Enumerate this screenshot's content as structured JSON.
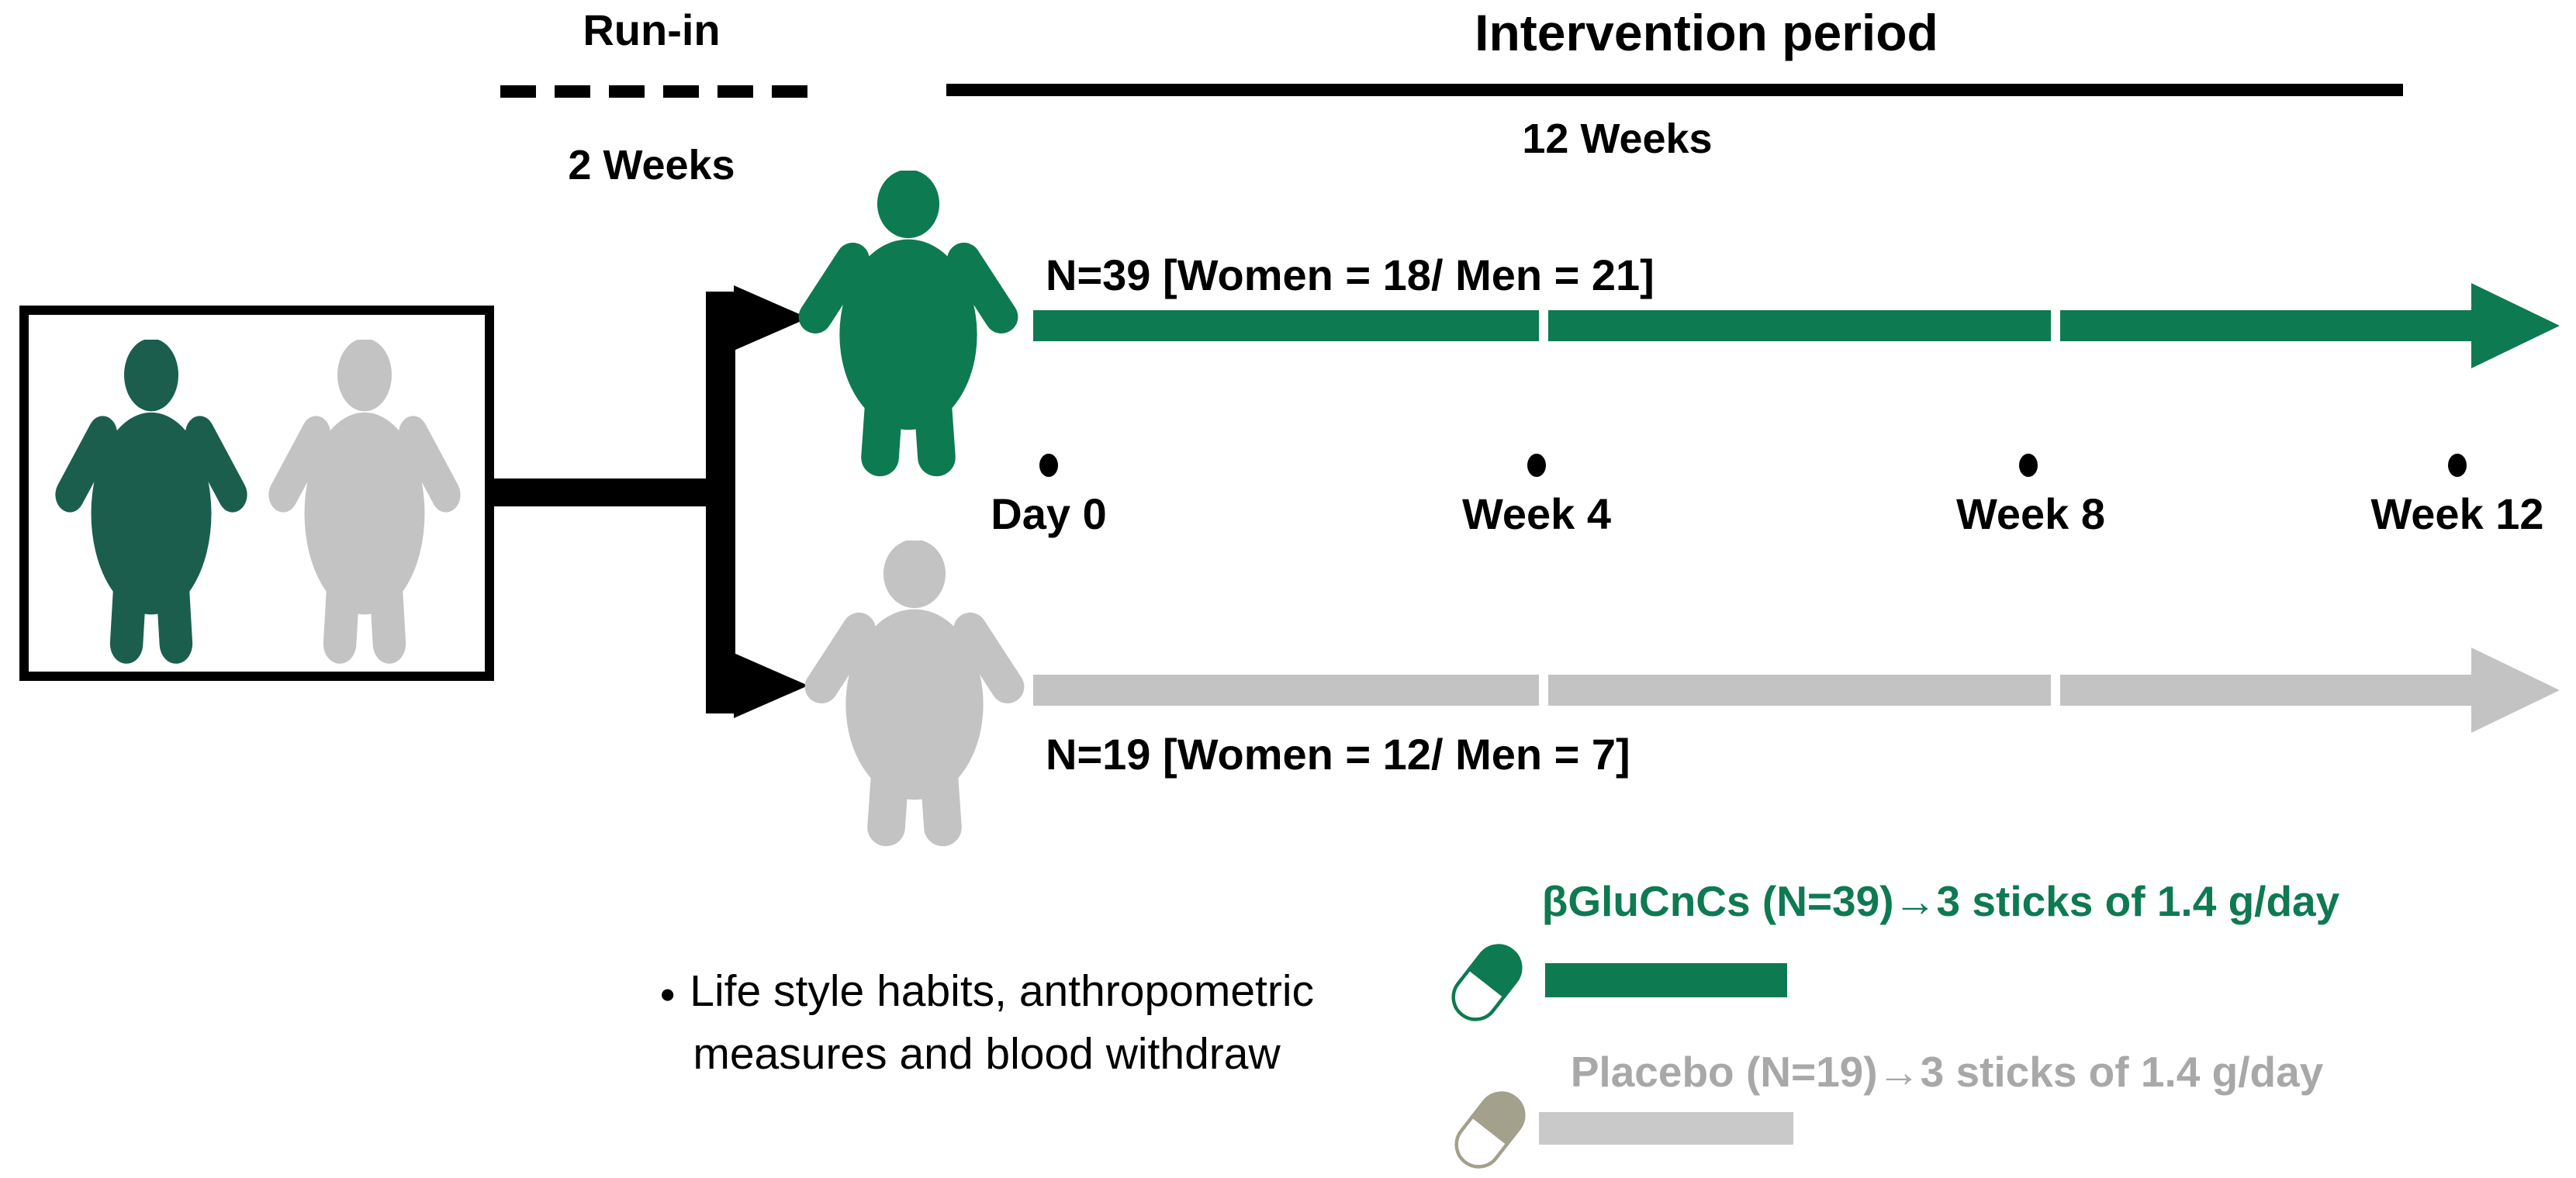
{
  "run_in": {
    "title": "Run-in",
    "duration": "2 Weeks"
  },
  "intervention": {
    "title": "Intervention period",
    "duration": "12 Weeks"
  },
  "groups": {
    "treatment": {
      "label": "N=39 [Women = 18/ Men = 21]"
    },
    "placebo": {
      "label": "N=19 [Women = 12/ Men = 7]"
    }
  },
  "timeline": {
    "points": [
      {
        "label": "Day 0"
      },
      {
        "label": "Week 4"
      },
      {
        "label": "Week 8"
      },
      {
        "label": "Week 12"
      }
    ]
  },
  "note": {
    "line1": "Life style habits, anthropometric",
    "line2": "measures and blood withdraw",
    "bullet": "●"
  },
  "legend": {
    "treatment": {
      "label": "βGluCnCs (N=39)→3 sticks of 1.4 g/day"
    },
    "placebo": {
      "label": "Placebo (N=19)→3 sticks of 1.4 g/day"
    }
  },
  "colors": {
    "green": "#0e7a51",
    "box-green": "#1b5e4e",
    "gray": "#c3c3c3",
    "legend-gray": "#a8a8a8",
    "capsule-gray": "#a3a08c",
    "stick-gray": "#c9c9c9"
  }
}
